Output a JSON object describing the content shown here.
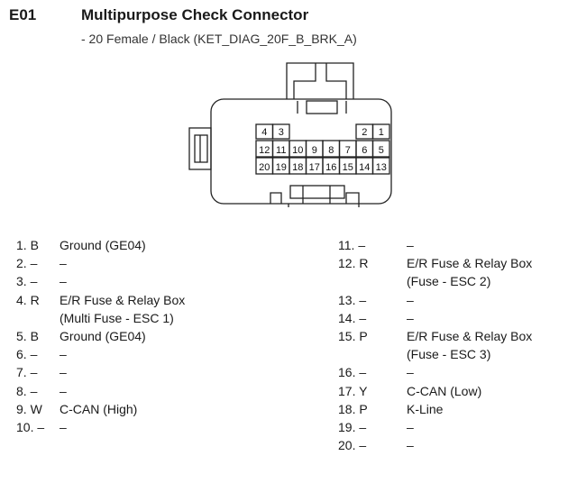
{
  "header": {
    "code": "E01",
    "title": "Multipurpose Check Connector",
    "subtitle": "- 20 Female / Black (KET_DIAG_20F_B_BRK_A)"
  },
  "connector": {
    "top_row": [
      "4",
      "3",
      "",
      "",
      "",
      "",
      "2",
      "1"
    ],
    "mid_row": [
      "12",
      "11",
      "10",
      "9",
      "8",
      "7",
      "6",
      "5"
    ],
    "bot_row": [
      "20",
      "19",
      "18",
      "17",
      "16",
      "15",
      "14",
      "13"
    ]
  },
  "pins_left": [
    {
      "num": "1. B",
      "desc": [
        "Ground (GE04)"
      ]
    },
    {
      "num": "2. –",
      "desc": [
        "–"
      ]
    },
    {
      "num": "3. –",
      "desc": [
        "–"
      ]
    },
    {
      "num": "4. R",
      "desc": [
        "E/R Fuse & Relay Box",
        "(Multi Fuse - ESC 1)"
      ]
    },
    {
      "num": "5. B",
      "desc": [
        "Ground (GE04)"
      ]
    },
    {
      "num": "6. –",
      "desc": [
        "–"
      ]
    },
    {
      "num": "7. –",
      "desc": [
        "–"
      ]
    },
    {
      "num": "8. –",
      "desc": [
        "–"
      ]
    },
    {
      "num": "9. W",
      "desc": [
        "C-CAN (High)"
      ]
    },
    {
      "num": "10. –",
      "desc": [
        "–"
      ]
    }
  ],
  "pins_right": [
    {
      "num": "11. –",
      "desc": [
        "–"
      ]
    },
    {
      "num": "12. R",
      "desc": [
        "E/R Fuse & Relay Box",
        "(Fuse - ESC 2)"
      ]
    },
    {
      "num": "13. –",
      "desc": [
        "–"
      ]
    },
    {
      "num": "14. –",
      "desc": [
        "–"
      ]
    },
    {
      "num": "15. P",
      "desc": [
        "E/R Fuse & Relay Box",
        "(Fuse - ESC 3)"
      ]
    },
    {
      "num": "16. –",
      "desc": [
        "–"
      ]
    },
    {
      "num": "17. Y",
      "desc": [
        "C-CAN (Low)"
      ]
    },
    {
      "num": "18. P",
      "desc": [
        "K-Line"
      ]
    },
    {
      "num": "19. –",
      "desc": [
        "–"
      ]
    },
    {
      "num": "20. –",
      "desc": [
        "–"
      ]
    }
  ]
}
